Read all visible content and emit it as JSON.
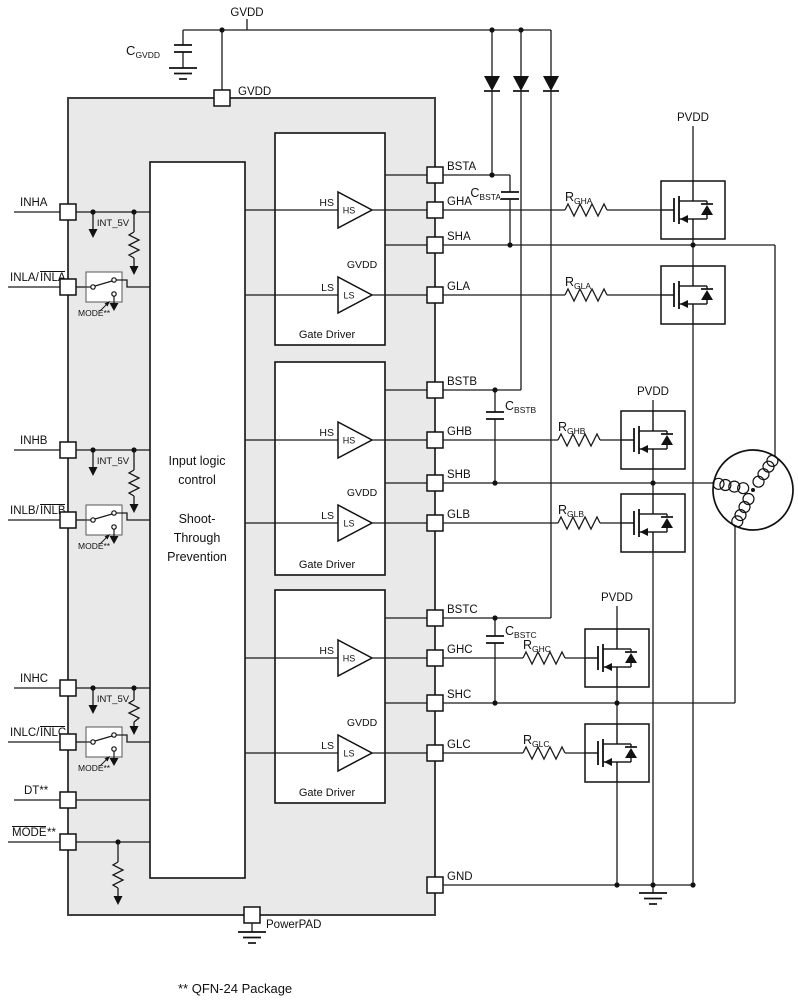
{
  "note": "** QFN-24 Package",
  "power": {
    "gvdd_top": "GVDD",
    "gvdd_pin": "GVDD",
    "c_gvdd": {
      "name": "C",
      "sub": "GVDD"
    },
    "pvdd_a": "PVDD",
    "pvdd_b": "PVDD",
    "pvdd_c": "PVDD"
  },
  "logic": {
    "l1": "Input logic",
    "l2": "control",
    "l3": "Shoot-",
    "l4": "Through",
    "l5": "Prevention"
  },
  "drivers": [
    {
      "hs": "HS",
      "hs_tri": "HS",
      "gvdd": "GVDD",
      "ls": "LS",
      "ls_tri": "LS",
      "caption": "Gate Driver"
    },
    {
      "hs": "HS",
      "hs_tri": "HS",
      "gvdd": "GVDD",
      "ls": "LS",
      "ls_tri": "LS",
      "caption": "Gate Driver"
    },
    {
      "hs": "HS",
      "hs_tri": "HS",
      "gvdd": "GVDD",
      "ls": "LS",
      "ls_tri": "LS",
      "caption": "Gate Driver"
    }
  ],
  "left": {
    "inha": "INHA",
    "inhb": "INHB",
    "inhc": "INHC",
    "int5v": "INT_5V",
    "inla_base": "INLA/",
    "inla_inv": "INLA",
    "inlb_base": "INLB/",
    "inlb_inv": "INLB",
    "inlc_base": "INLC/",
    "inlc_inv": "INLC",
    "mode_switch": "MODE**",
    "dt": "DT**",
    "mode_base": "MODE",
    "mode_suffix": "**"
  },
  "right": {
    "bsta": "BSTA",
    "gha": "GHA",
    "sha": "SHA",
    "gla": "GLA",
    "bstb": "BSTB",
    "ghb": "GHB",
    "shb": "SHB",
    "glb": "GLB",
    "bstc": "BSTC",
    "ghc": "GHC",
    "shc": "SHC",
    "glc": "GLC",
    "gnd": "GND",
    "powerpad": "PowerPAD"
  },
  "ext": {
    "c_bsta": {
      "name": "C",
      "sub": "BSTA"
    },
    "c_bstb": {
      "name": "C",
      "sub": "BSTB"
    },
    "c_bstc": {
      "name": "C",
      "sub": "BSTC"
    },
    "r_gha": {
      "name": "R",
      "sub": "GHA"
    },
    "r_gla": {
      "name": "R",
      "sub": "GLA"
    },
    "r_ghb": {
      "name": "R",
      "sub": "GHB"
    },
    "r_glb": {
      "name": "R",
      "sub": "GLB"
    },
    "r_ghc": {
      "name": "R",
      "sub": "GHC"
    },
    "r_glc": {
      "name": "R",
      "sub": "GLC"
    }
  }
}
